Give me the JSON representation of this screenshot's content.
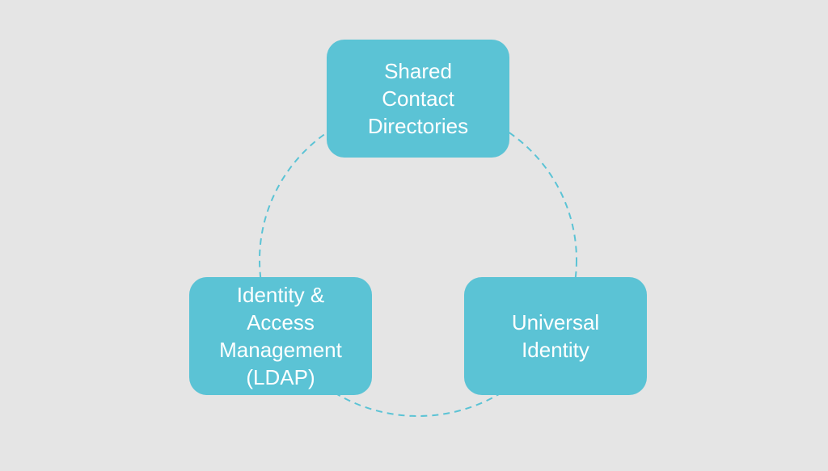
{
  "colors": {
    "background": "#e5e5e5",
    "node_fill": "#5bc3d5",
    "node_text": "#ffffff",
    "ring_stroke": "#5bc3d5"
  },
  "diagram": {
    "nodes": [
      {
        "id": "shared-contact-directories",
        "lines": [
          "Shared",
          "Contact",
          "Directories"
        ]
      },
      {
        "id": "identity-access-management",
        "lines": [
          "Identity &",
          "Access",
          "Management",
          "(LDAP)"
        ]
      },
      {
        "id": "universal-identity",
        "lines": [
          "Universal",
          "Identity"
        ]
      }
    ]
  }
}
